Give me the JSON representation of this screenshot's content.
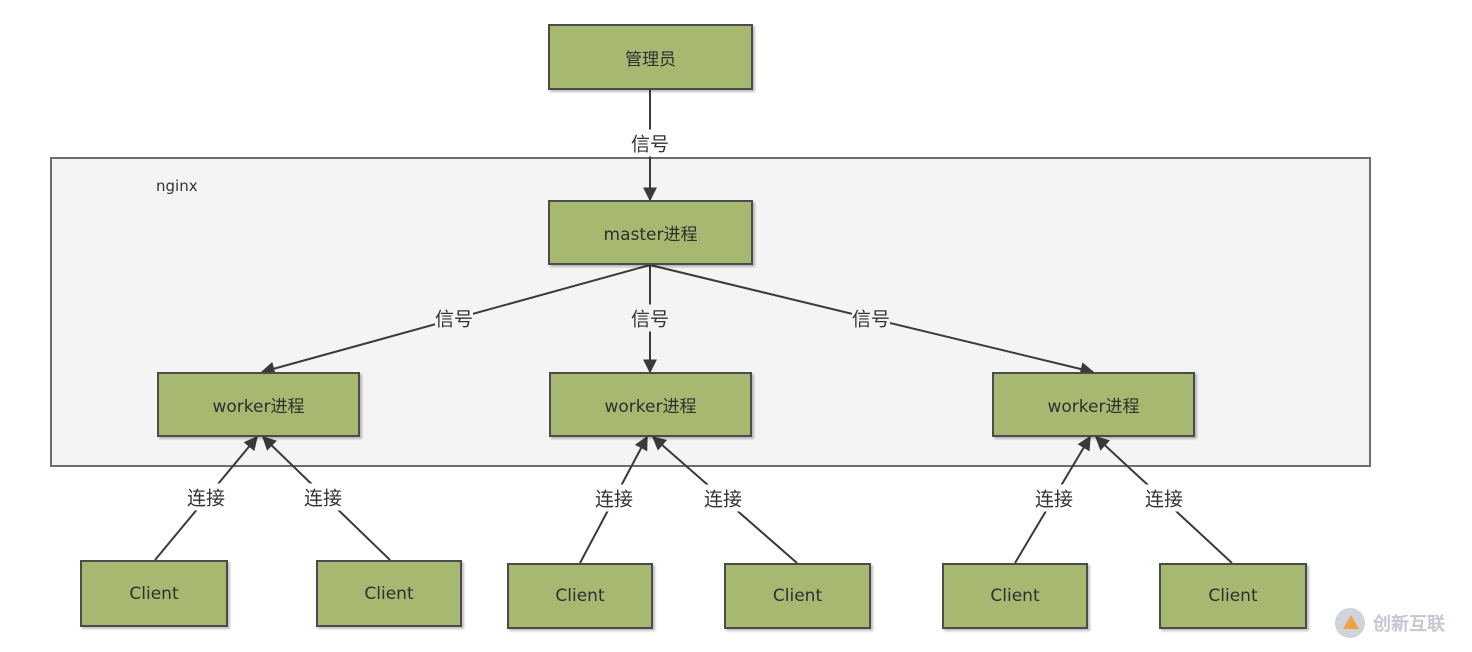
{
  "admin": {
    "label": "管理员"
  },
  "signal_top": "信号",
  "frame": {
    "label": "nginx"
  },
  "master": {
    "label": "master进程"
  },
  "signals": [
    "信号",
    "信号",
    "信号"
  ],
  "workers": [
    {
      "label": "worker进程"
    },
    {
      "label": "worker进程"
    },
    {
      "label": "worker进程"
    }
  ],
  "connection_label": "连接",
  "clients": [
    {
      "label": "Client"
    },
    {
      "label": "Client"
    },
    {
      "label": "Client"
    },
    {
      "label": "Client"
    },
    {
      "label": "Client"
    },
    {
      "label": "Client"
    }
  ],
  "watermark": {
    "text": "创新互联"
  }
}
